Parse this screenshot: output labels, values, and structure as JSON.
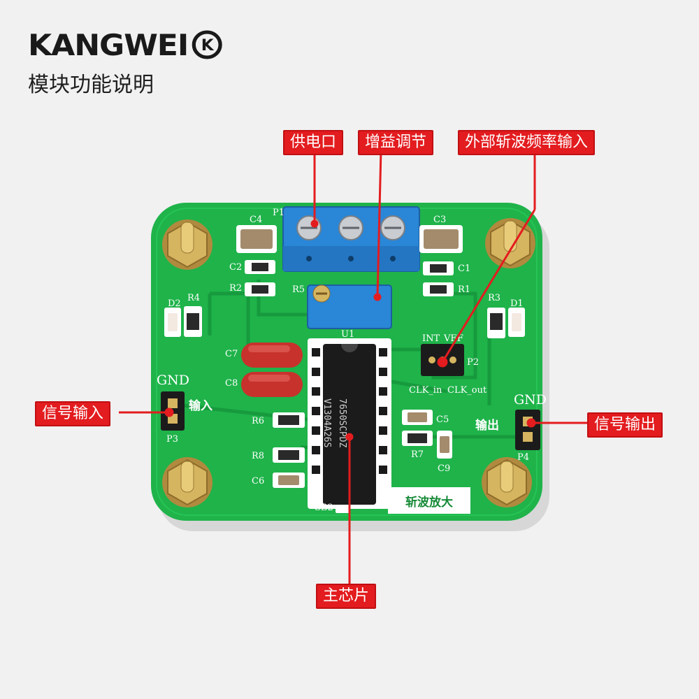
{
  "brand": {
    "name": "KANGWEI",
    "mark": "K"
  },
  "subtitle": "模块功能说明",
  "callouts": {
    "power": "供电口",
    "gain": "增益调节",
    "clk_input": "外部斩波频率输入",
    "signal_in": "信号输入",
    "signal_out": "信号输出",
    "main_chip": "主芯片"
  },
  "silkscreen": {
    "c4": "C4",
    "p1": "P1",
    "c3": "C3",
    "c2": "C2",
    "c1": "C1",
    "r2": "R2",
    "r1": "R1",
    "r5": "R5",
    "r4": "R4",
    "r3": "R3",
    "d2": "D2",
    "d1": "D1",
    "u1": "U1",
    "c7": "C7",
    "c8": "C8",
    "int": "INT",
    "vef": "VEF",
    "p2": "P2",
    "clk_in": "CLK_in",
    "clk_out": "CLK_out",
    "gnd_left": "GND",
    "gnd_right": "GND",
    "input_cn": "输入",
    "output_cn": "输出",
    "p3": "P3",
    "p4": "P4",
    "r6": "R6",
    "r8": "R8",
    "c6": "C6",
    "c5": "C5",
    "r7": "R7",
    "c9": "C9",
    "sb2": "SB2",
    "board_title": "斩波放大"
  },
  "chip": {
    "line1": "7650SCPDZ",
    "line2": "V1304A26S"
  },
  "colors": {
    "pcb": "#1fb34a",
    "callout": "#e31c1f",
    "terminal": "#2a86d6",
    "capacitor_red": "#c8322c"
  }
}
